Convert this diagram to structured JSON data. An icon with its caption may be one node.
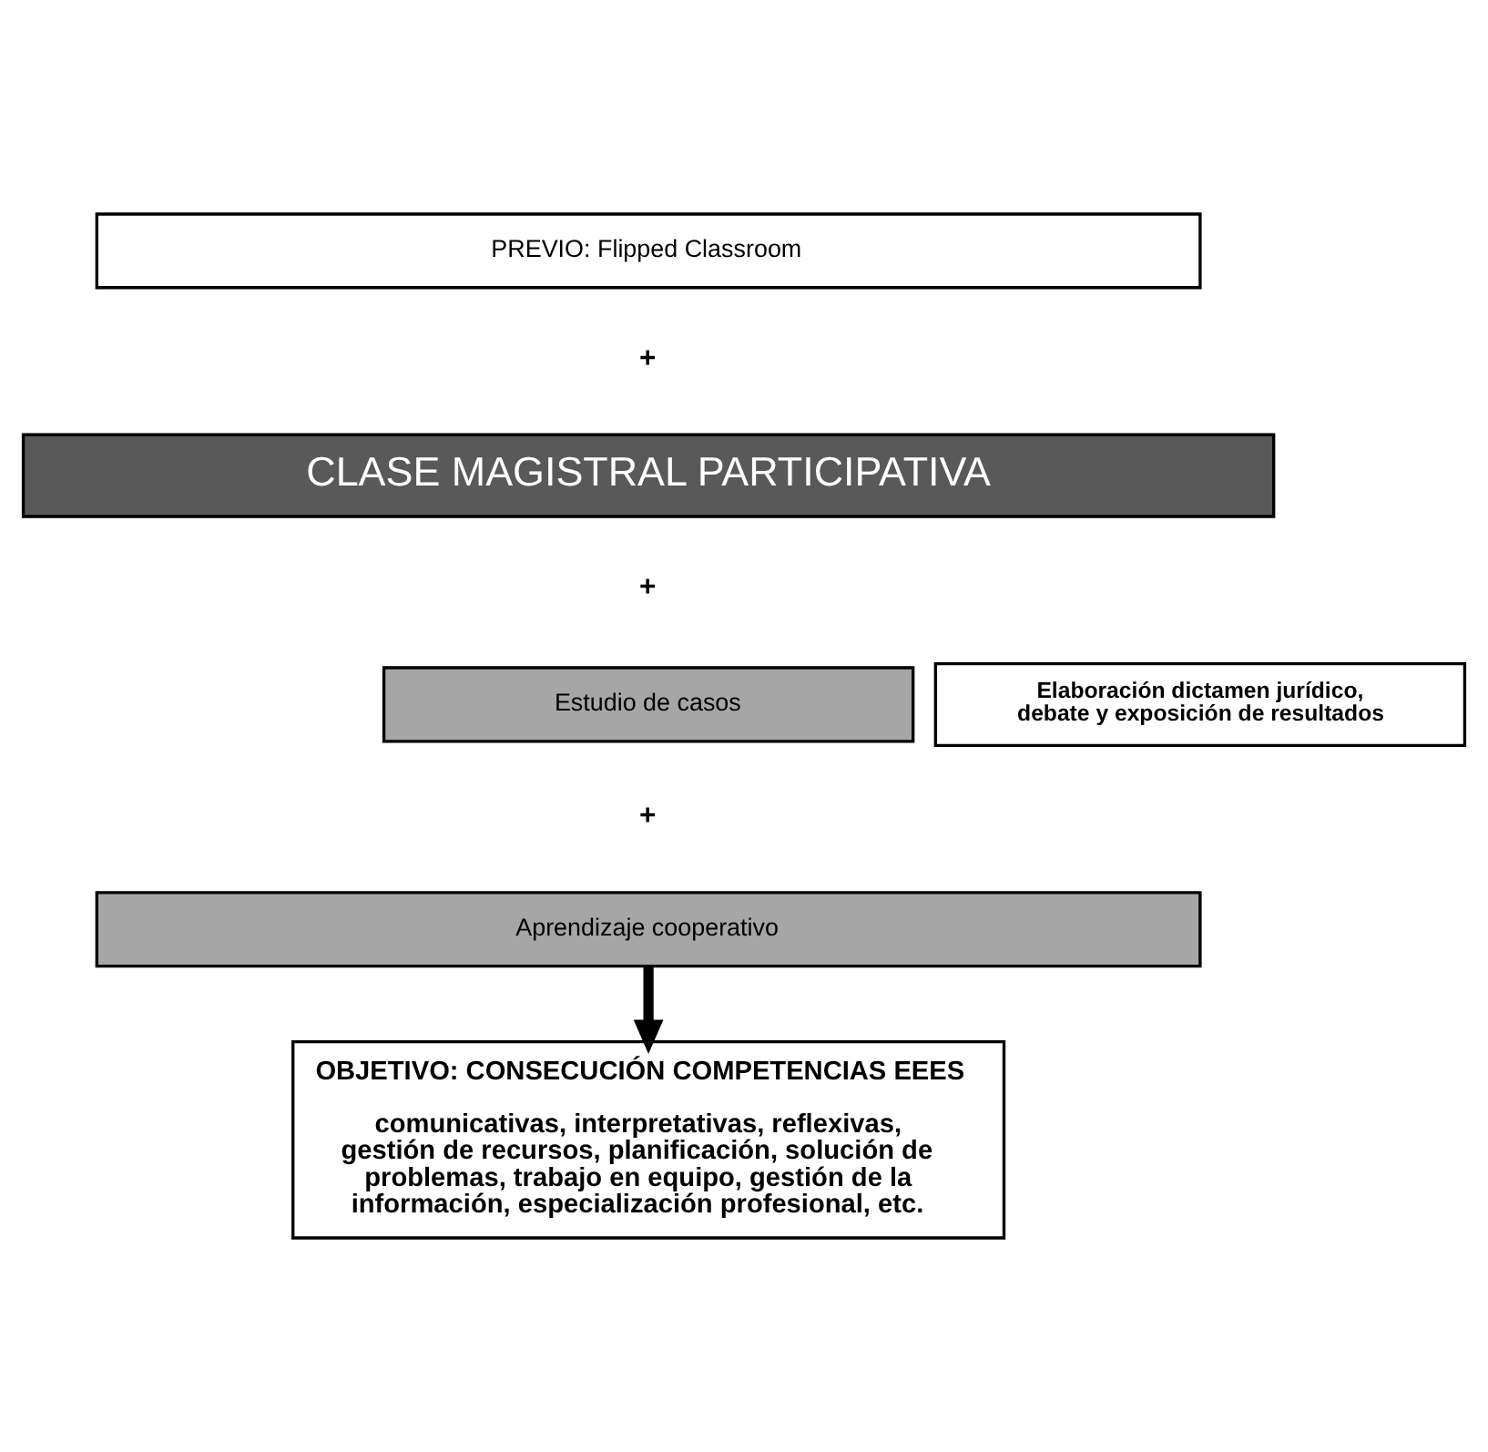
{
  "diagram": {
    "nodes": [
      {
        "text": [
          "PREVIO: Flipped Classroom"
        ]
      },
      {
        "text": [
          "CLASE MAGISTRAL PARTICIPATIVA"
        ]
      },
      {
        "text": [
          "Estudio de casos"
        ]
      },
      {
        "text": [
          "Elaboración dictamen jurídico, debate y exposición de resultados"
        ]
      },
      {
        "text": [
          "Aprendizaje cooperativo"
        ]
      },
      {
        "text": [
          "OBJETIVO: CONSECUCIÓN COMPETENCIAS EEES",
          "comunicativas, interpretativas, reflexivas, gestión de recursos, planificación, solución de problemas, trabajo en equipo, gestión de la información, especialización profesional, etc."
        ]
      }
    ],
    "edges": [
      {
        "from": 4,
        "to": 5,
        "arrow": "to"
      }
    ],
    "labels": [
      "+",
      "+",
      "+"
    ]
  }
}
